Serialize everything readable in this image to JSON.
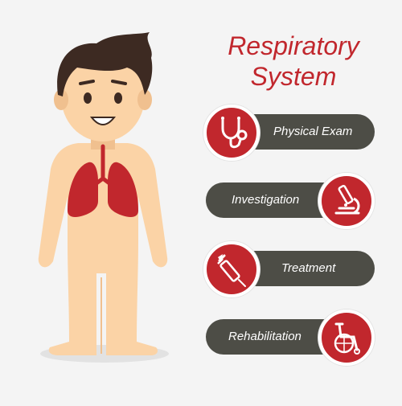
{
  "title": {
    "line1": "Respiratory",
    "line2": "System"
  },
  "items": [
    {
      "label": "Physical Exam",
      "icon": "stethoscope-icon"
    },
    {
      "label": "Investigation",
      "icon": "microscope-icon"
    },
    {
      "label": "Treatment",
      "icon": "syringe-icon"
    },
    {
      "label": "Rehabilitation",
      "icon": "wheelchair-icon"
    }
  ],
  "colors": {
    "accent": "#c1272d",
    "pill": "#4d4d46",
    "skin": "#fbd3a6",
    "hair": "#3d2a22",
    "lungs": "#c1272d",
    "background": "#f4f4f4"
  }
}
